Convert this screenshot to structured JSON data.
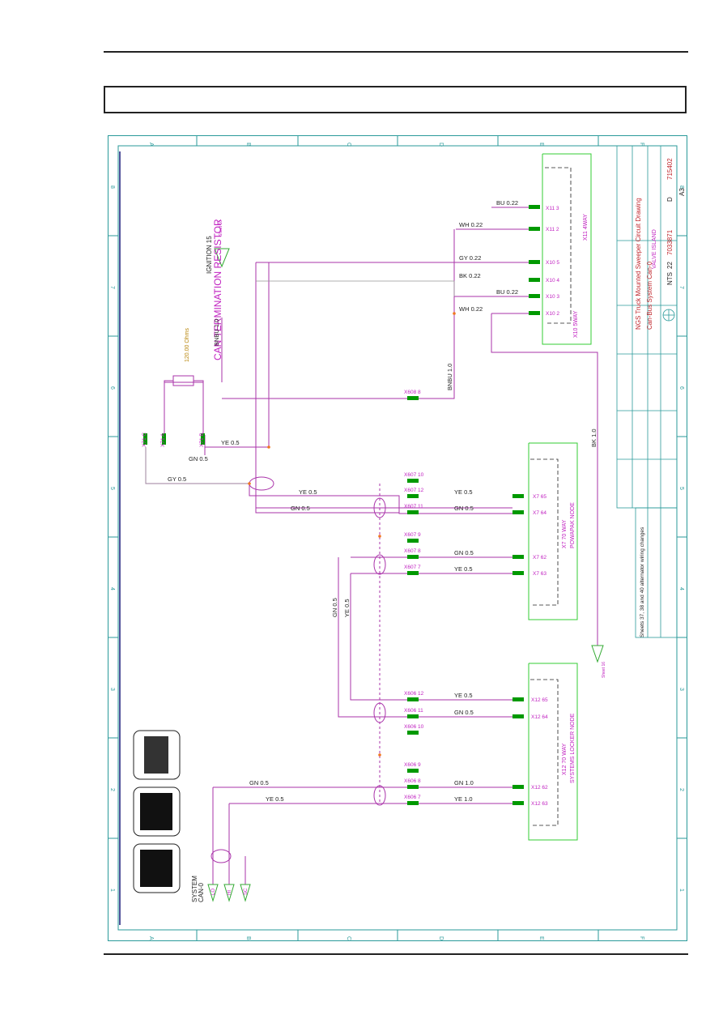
{
  "title_block": {
    "title_line1": "NGS Truck Mounted Sweeper Circuit Drawing",
    "title_line2": "Can-Bus System Can-0",
    "drawing_number": "7033871",
    "sheet": "22",
    "scale": "NTS",
    "issue": "D",
    "change_number": "715402",
    "revision_note": "Sheets 37, 38 and 40 alternator wiring changes",
    "size": "A3"
  },
  "grid": {
    "columns": [
      "A",
      "B",
      "C",
      "D",
      "E",
      "F"
    ],
    "rows": [
      "8",
      "7",
      "6",
      "5",
      "4",
      "3",
      "2",
      "1"
    ]
  },
  "labels": {
    "can_termination": "CAN  TERMINATION  RESISTOR",
    "resistor_value": "120.00 Ohms",
    "ignition": "IGNITION  15",
    "ignition_ref": "Sheet 16",
    "bk_ref": "Sheet 16",
    "system_can": "SYSTEM",
    "system_can2": "CAN-0"
  },
  "connectors": {
    "x11": "X11  4WAY",
    "x10": "X10  5WAY",
    "valve_island": "VALVE  ISLAND",
    "x7": "X7  70  WAY",
    "powapak": "POWAPAK  NODE",
    "x12": "X12  70  WAY",
    "locker": "SYSTEMS  LOCKER  NODE"
  },
  "pins": {
    "x11_3": "X11  3",
    "x11_2": "X11  2",
    "x10_5": "X10  5",
    "x10_4": "X10  4",
    "x10_3": "X10  3",
    "x10_2": "X10  2",
    "x7_65": "X7  65",
    "x7_64": "X7  64",
    "x7_62": "X7  62",
    "x7_63": "X7  63",
    "x12_65": "X12  65",
    "x12_64": "X12  64",
    "x12_62": "X12  62",
    "x12_63": "X12  63",
    "x71c": "X71  C",
    "x71a": "X71  A",
    "x71b": "X71  B",
    "x608_8": "X608  8",
    "x607_10": "X607  10",
    "x607_12": "X607  12",
    "x607_11": "X607  11",
    "x607_9": "X607  9",
    "x607_8": "X607  8",
    "x607_7": "X607  7",
    "x606_12": "X606  12",
    "x606_11": "X606  11",
    "x606_10": "X606  10",
    "x606_9": "X606  9",
    "x606_8": "X606  8",
    "x606_7": "X606  7",
    "lo": "LO",
    "hi": "HI",
    "sc": "SC"
  },
  "wires": {
    "bu022a": "BU  0.22",
    "wh022a": "WH  0.22",
    "gy022": "GY  0.22",
    "bk022": "BK  0.22",
    "bu022b": "BU  0.22",
    "wh022b": "WH  0.22",
    "bnbu10a": "BNBU  1.0",
    "bnbu10b": "BNBU  1.0",
    "bk10": "BK  1.0",
    "ye05a": "YE  0.5",
    "gn05a": "GN  0.5",
    "gy05": "GY  0.5",
    "ye05b": "YE  0.5",
    "gn05b": "GN  0.5",
    "ye05c": "YE  0.5",
    "gn05c": "GN  0.5",
    "gn05d": "GN  0.5",
    "ye05d": "YE  0.5",
    "gn05v": "GN  0.5",
    "ye05v": "YE  0.5",
    "ye05e": "YE  0.5",
    "gn05e": "GN  0.5",
    "gn10": "GN  1.0",
    "ye10": "YE  1.0",
    "gn05f": "GN  0.5",
    "ye05f": "YE  0.5"
  },
  "colors": {
    "border": "#2a9a9a",
    "wire": "#aa33aa",
    "grey_wire": "#999999",
    "connector_box": "#33cc33",
    "pin": "#009900",
    "label": "#222222"
  }
}
